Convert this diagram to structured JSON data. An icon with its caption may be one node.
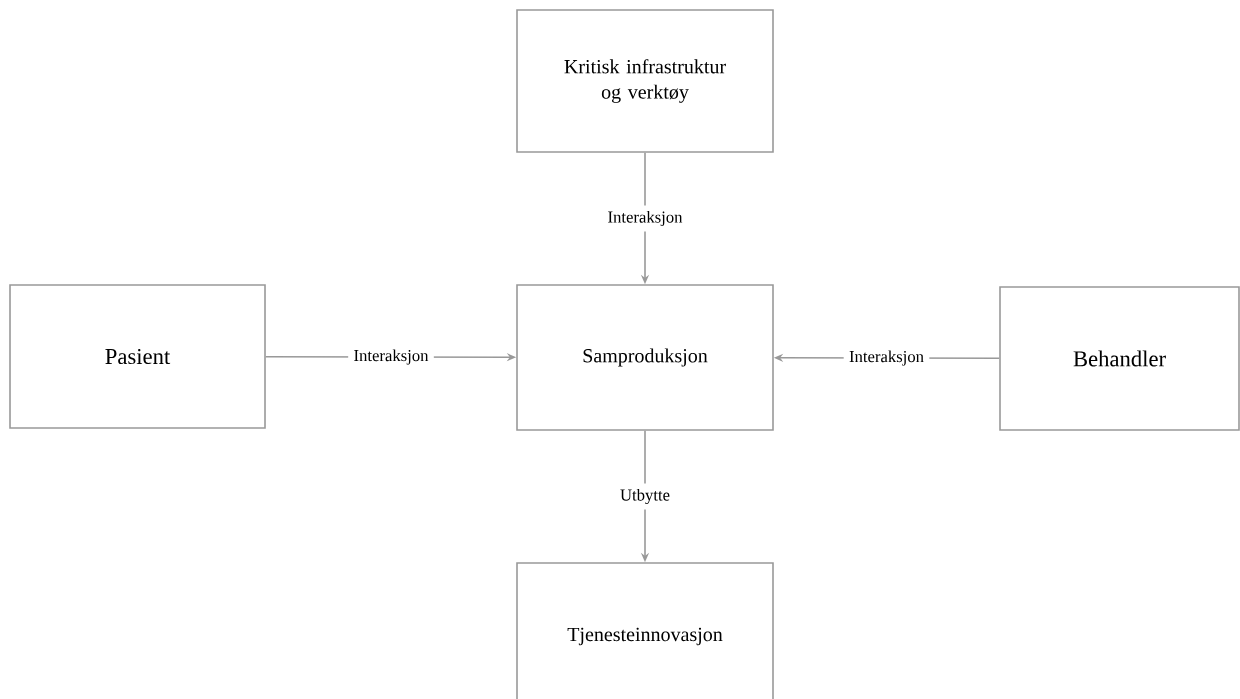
{
  "diagram": {
    "nodes": [
      {
        "text": [
          "Kritisk infrastruktur og verktøy"
        ]
      },
      {
        "text": [
          "Pasient"
        ]
      },
      {
        "text": [
          "Samproduksjon"
        ]
      },
      {
        "text": [
          "Behandler"
        ]
      },
      {
        "text": [
          "Tjenesteinnovasjon"
        ]
      }
    ],
    "edges": [
      {
        "from": 0,
        "to": 2,
        "arrow": "to",
        "label": "Interaksjon"
      },
      {
        "from": 1,
        "to": 2,
        "arrow": "to",
        "label": "Interaksjon"
      },
      {
        "from": 3,
        "to": 2,
        "arrow": "to",
        "label": "Interaksjon"
      },
      {
        "from": 2,
        "to": 4,
        "arrow": "to",
        "label": "Utbytte"
      }
    ]
  }
}
